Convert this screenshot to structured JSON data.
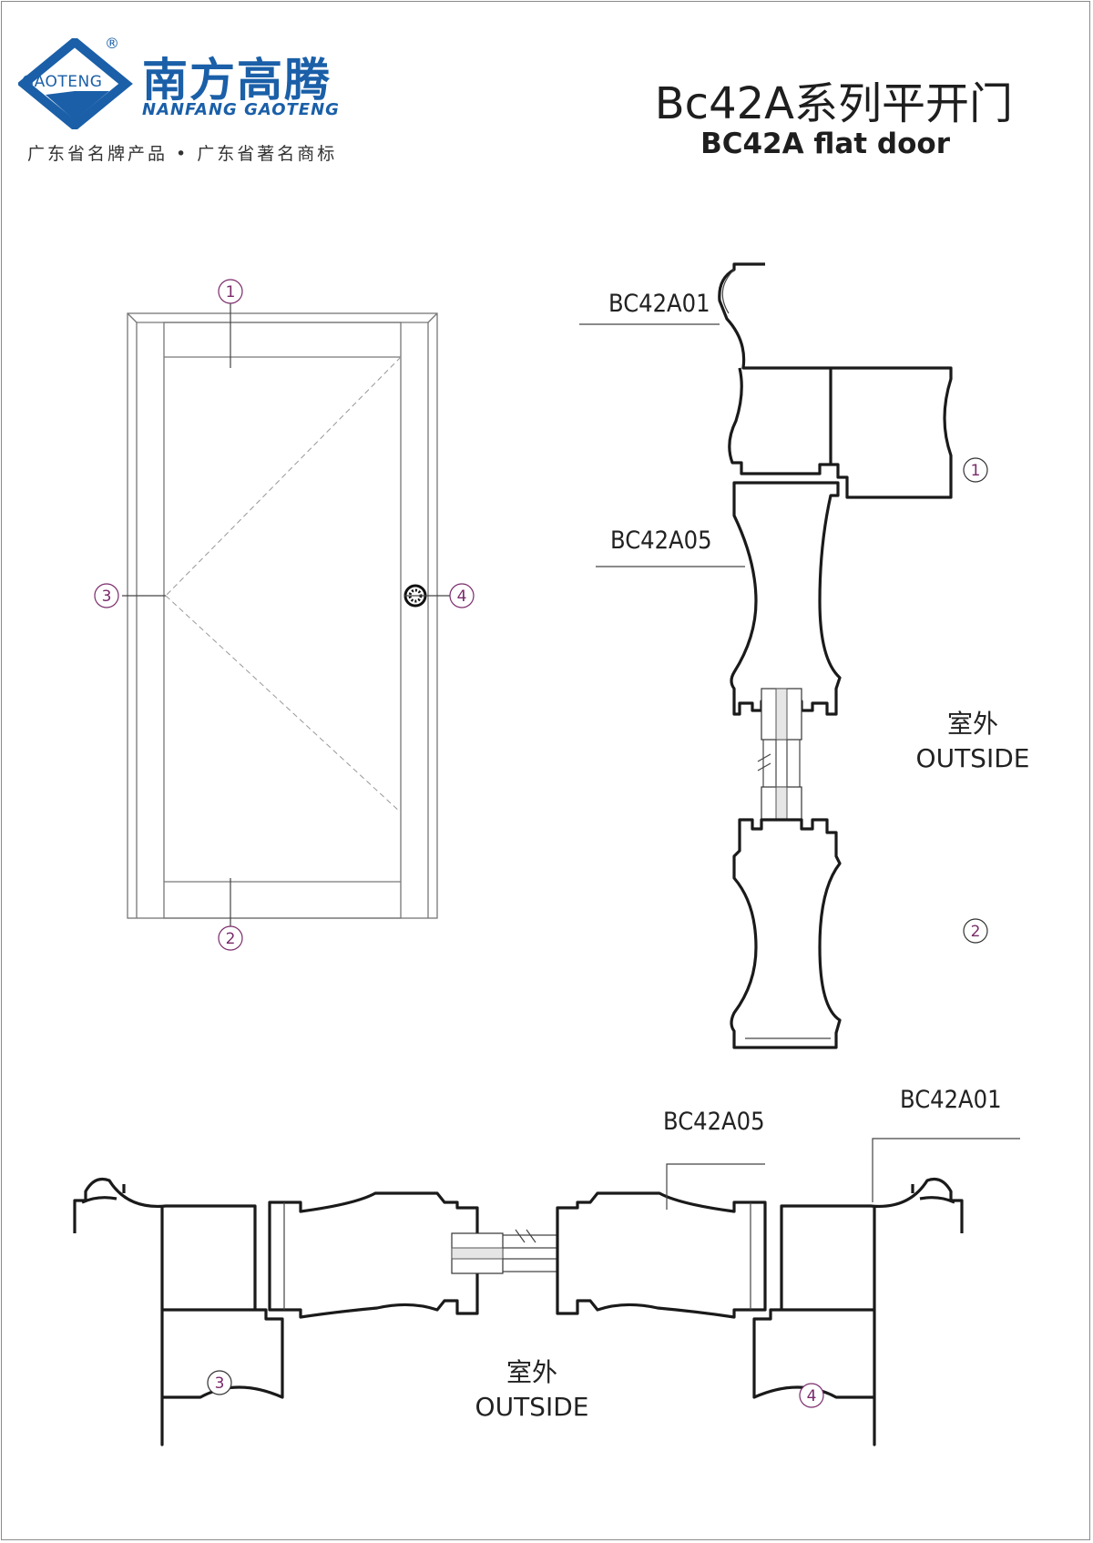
{
  "brand": {
    "name_cn": "南方高腾",
    "name_en": "NANFANG GAOTENG",
    "logo_text": "GAOTENG",
    "registered_mark": "®",
    "slogan": "广东省名牌产品 • 广东省著名商标"
  },
  "title": {
    "cn": "Bc42A系列平开门",
    "en": "BC42A flat door"
  },
  "profiles": {
    "frame_code": "BC42A01",
    "sash_code": "BC42A05"
  },
  "outside_label": {
    "cn": "室外",
    "en": "OUTSIDE"
  },
  "section_markers": [
    "1",
    "2",
    "3",
    "4"
  ],
  "colors": {
    "brand_blue": "#1a5fa8",
    "marker_purple": "#7a2a6a",
    "line": "#1a1a1a"
  }
}
